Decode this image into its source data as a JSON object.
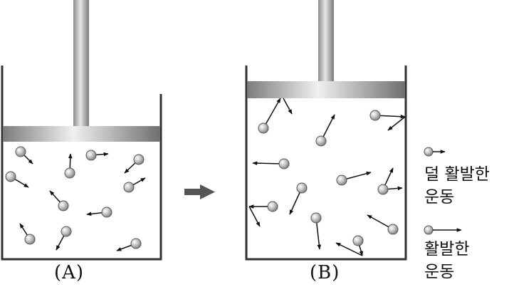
{
  "containers": [
    {
      "id": "A",
      "caption": "(A)"
    },
    {
      "id": "B",
      "caption": "(B)"
    }
  ],
  "legend": {
    "less_active_line1": "덜 활발한",
    "less_active_line2": "운동",
    "more_active_line1": "활발한",
    "more_active_line2": "운동"
  },
  "colors": {
    "wall": "#333333",
    "piston": "#9a9a9a",
    "arrow_between": "#555555",
    "particle": "#a8a8a8"
  }
}
